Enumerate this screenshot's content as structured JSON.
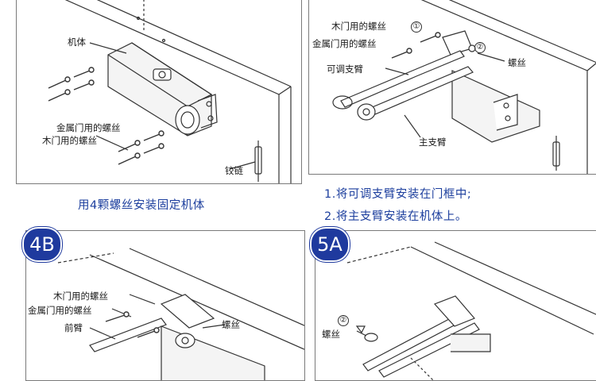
{
  "panel1": {
    "labels": {
      "body": "机体",
      "metal_screws": "金属门用的螺丝",
      "wood_screws": "木门用的螺丝",
      "hinge": "铰链"
    },
    "caption": "用4颗螺丝安装固定机体"
  },
  "panel2": {
    "labels": {
      "wood_screws": "木门用的螺丝",
      "metal_screws": "金属门用的螺丝",
      "adjustable_arm": "可调支臂",
      "screw": "螺丝",
      "main_arm": "主支臂",
      "num1": "①",
      "num2": "②"
    },
    "captions": [
      "1.将可调支臂安装在门框中;",
      "2.将主支臂安装在机体上。"
    ]
  },
  "panel3": {
    "badge": "4B",
    "labels": {
      "wood_screws": "木门用的螺丝",
      "metal_screws": "金属门用的螺丝",
      "front_arm": "前臂",
      "screw": "螺丝"
    }
  },
  "panel4": {
    "badge": "5A",
    "labels": {
      "num2": "②",
      "screw": "螺丝"
    }
  },
  "colors": {
    "caption_blue": "#1d3f9e",
    "badge_blue": "#1f3a9e",
    "line": "#333333"
  }
}
